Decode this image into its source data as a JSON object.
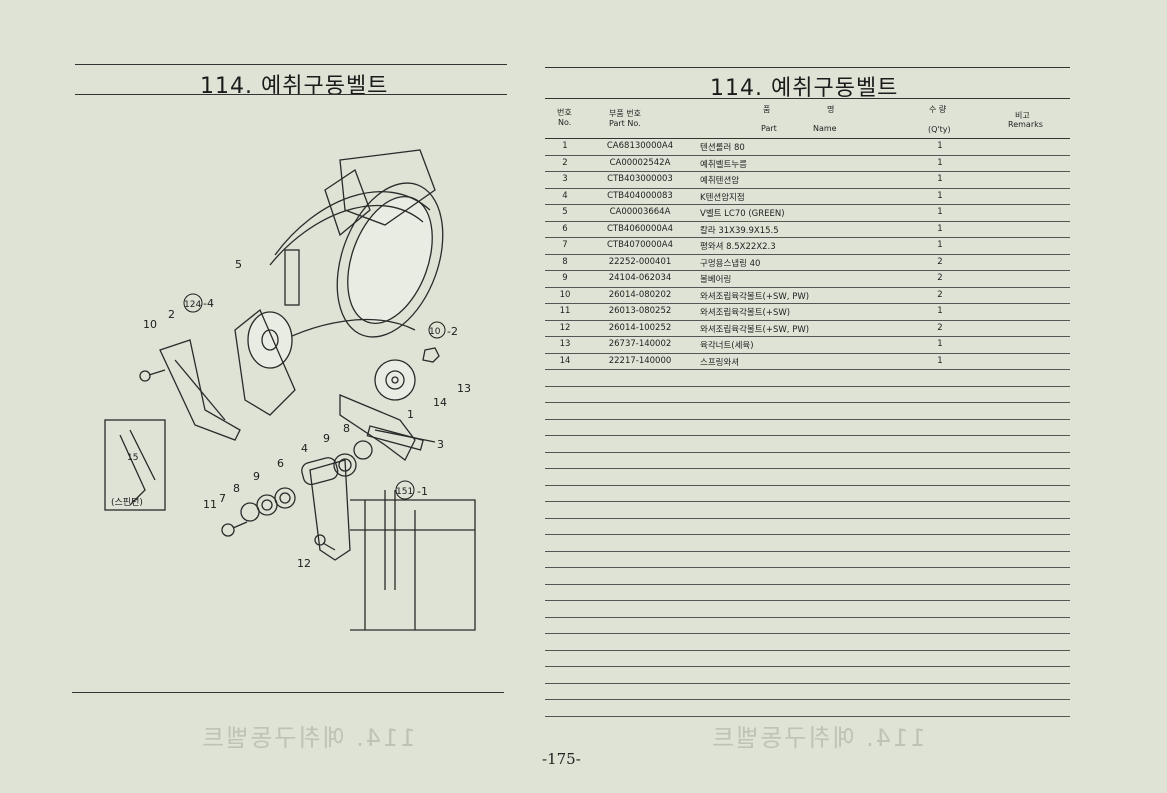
{
  "left": {
    "title": "114. 예취구동벨트",
    "callouts": [
      "5",
      "124",
      "-4",
      "10",
      "2",
      "10",
      "-2",
      "13",
      "14",
      "1",
      "8",
      "9",
      "3",
      "4",
      "6",
      "9",
      "8",
      "7",
      "11",
      "151",
      "-1",
      "12",
      "15"
    ],
    "label_box": "(스핀턴)"
  },
  "right": {
    "title": "114. 예취구동벨트",
    "header": {
      "no_ko": "번호",
      "no_en": "No.",
      "pn_ko": "부품 번호",
      "pn_en": "Part  No.",
      "name_ko_1": "품",
      "name_ko_2": "명",
      "name_en_1": "Part",
      "name_en_2": "Name",
      "qty_ko": "수  량",
      "qty_en": "(Q'ty)",
      "remarks_ko": "비고",
      "remarks_en": "Remarks"
    },
    "rows": [
      {
        "no": "1",
        "pn": "CA68130000A4",
        "name": "텐션롤러 80",
        "qty": "1"
      },
      {
        "no": "2",
        "pn": "CA00002542A",
        "name": "예취벨트누름",
        "qty": "1"
      },
      {
        "no": "3",
        "pn": "CTB403000003",
        "name": "예취텐션암",
        "qty": "1"
      },
      {
        "no": "4",
        "pn": "CTB404000083",
        "name": "K텐션암지점",
        "qty": "1"
      },
      {
        "no": "5",
        "pn": "CA00003664A",
        "name": "V벨트 LC70 (GREEN)",
        "qty": "1"
      },
      {
        "no": "6",
        "pn": "CTB4060000A4",
        "name": "칼라 31X39.9X15.5",
        "qty": "1"
      },
      {
        "no": "7",
        "pn": "CTB4070000A4",
        "name": "평와셔 8.5X22X2.3",
        "qty": "1"
      },
      {
        "no": "8",
        "pn": "22252-000401",
        "name": "구멍용스냅링 40",
        "qty": "2"
      },
      {
        "no": "9",
        "pn": "24104-062034",
        "name": "볼베어링",
        "qty": "2"
      },
      {
        "no": "10",
        "pn": "26014-080202",
        "name": "와셔조립육각볼트(+SW, PW)",
        "qty": "2"
      },
      {
        "no": "11",
        "pn": "26013-080252",
        "name": "와셔조립육각볼트(+SW)",
        "qty": "1"
      },
      {
        "no": "12",
        "pn": "26014-100252",
        "name": "와셔조립육각볼트(+SW, PW)",
        "qty": "2"
      },
      {
        "no": "13",
        "pn": "26737-140002",
        "name": "육각너트(세육)",
        "qty": "1"
      },
      {
        "no": "14",
        "pn": "22217-140000",
        "name": "스프링와셔",
        "qty": "1"
      }
    ]
  },
  "page_number": "-175-"
}
